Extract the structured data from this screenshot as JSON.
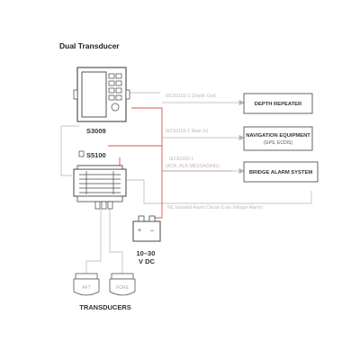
{
  "title": "Dual Transducer",
  "devices": {
    "display": "S3009",
    "processor": "S5100",
    "power": "10–30\nV DC",
    "power_plus": "+",
    "power_minus": "–",
    "transducers": "TRANSDUCERS",
    "aft": "AFT",
    "fore": "FORE"
  },
  "connections": [
    {
      "label": "IEC61162-1 (Depth Out)",
      "target": "DEPTH REPEATER",
      "target_sub": ""
    },
    {
      "label": "IEC61162-1 Main In)",
      "target": "NAVIGATION EQUIPMENT",
      "target_sub": "(GPS, ECDIS)"
    },
    {
      "label_line1": "IEC61162-1",
      "label_line2": "(ACK, ALR MESSAGING)",
      "target": "BRIDGE ALARM SYSTEM"
    }
  ],
  "alarm_circuit": "NC Isolated Alarm Circuit (Low Voltage Alarm)",
  "colors": {
    "red": "#d9534f",
    "grey_line": "#c4c4c4",
    "arrow": "#b5b5b5",
    "box": "#555555"
  }
}
